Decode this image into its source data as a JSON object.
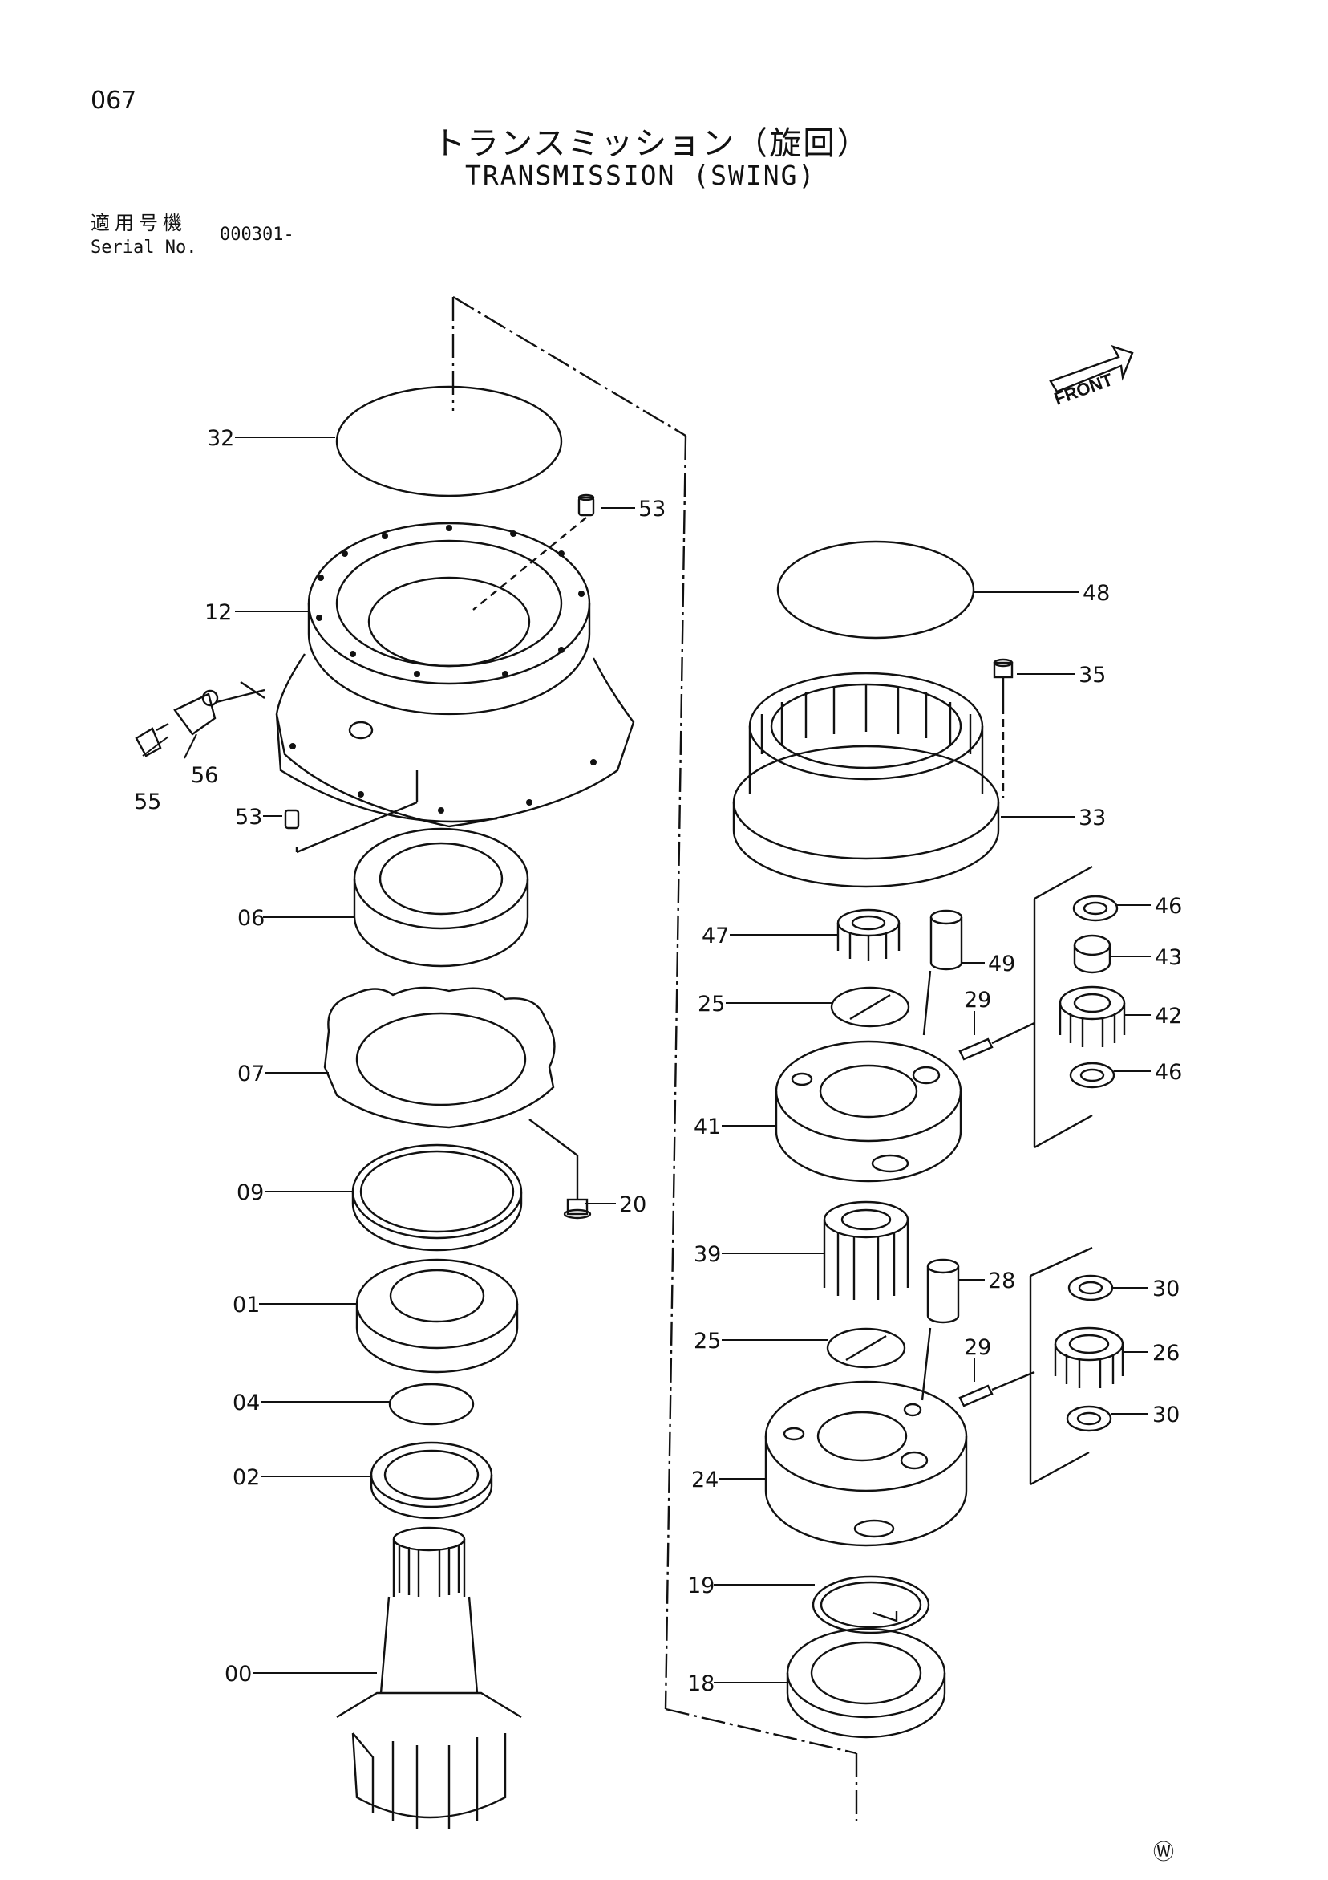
{
  "header": {
    "page_number": "067",
    "title_jp": "トランスミッション（旋回）",
    "title_en": "TRANSMISSION (SWING)",
    "serial_label_jp": "適用号機",
    "serial_label_en": "Serial No.",
    "serial_value": "000301-"
  },
  "front_label": "FRONT",
  "footer_mark": "Ⓦ",
  "callouts": {
    "c32": "32",
    "c53a": "53",
    "c12": "12",
    "c56": "56",
    "c55": "55",
    "c53b": "53",
    "c06": "06",
    "c07": "07",
    "c09": "09",
    "c20": "20",
    "c01": "01",
    "c04": "04",
    "c02": "02",
    "c00": "00",
    "c48": "48",
    "c35": "35",
    "c33": "33",
    "c46a": "46",
    "c43": "43",
    "c42": "42",
    "c46b": "46",
    "c47": "47",
    "c49": "49",
    "c25a": "25",
    "c29a": "29",
    "c41": "41",
    "c39": "39",
    "c28": "28",
    "c25b": "25",
    "c29b": "29",
    "c30a": "30",
    "c26": "26",
    "c30b": "30",
    "c24": "24",
    "c19": "19",
    "c18": "18"
  }
}
